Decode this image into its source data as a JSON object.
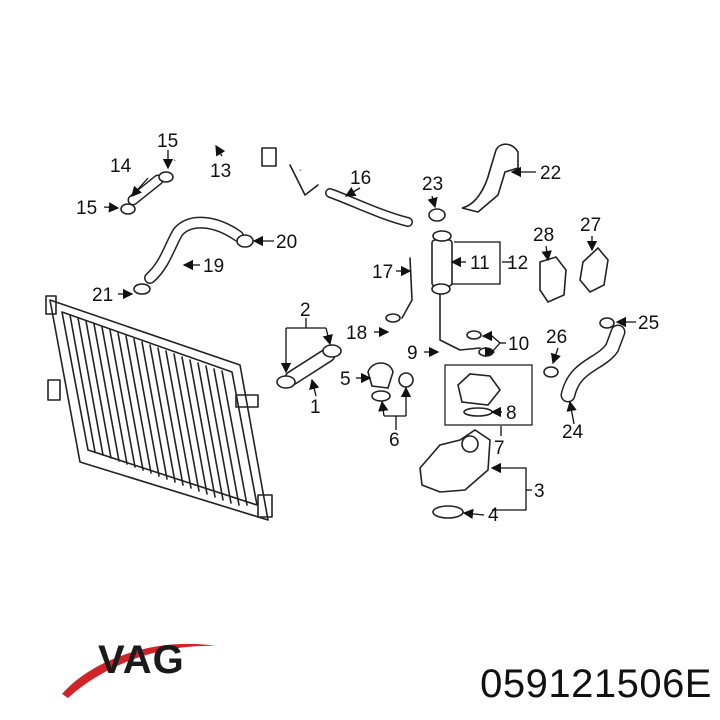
{
  "brand": {
    "name": "VAG",
    "swoosh_color": "#d0232a",
    "text_color": "#1a1a1a"
  },
  "part_number": "059121506E",
  "callouts": [
    {
      "id": "c1",
      "text": "1"
    },
    {
      "id": "c2",
      "text": "2"
    },
    {
      "id": "c3",
      "text": "3"
    },
    {
      "id": "c4",
      "text": "4"
    },
    {
      "id": "c5",
      "text": "5"
    },
    {
      "id": "c6",
      "text": "6"
    },
    {
      "id": "c7",
      "text": "7"
    },
    {
      "id": "c8",
      "text": "8"
    },
    {
      "id": "c9",
      "text": "9"
    },
    {
      "id": "c10",
      "text": "10"
    },
    {
      "id": "c11",
      "text": "11"
    },
    {
      "id": "c12",
      "text": "12"
    },
    {
      "id": "c13",
      "text": "13"
    },
    {
      "id": "c14",
      "text": "14"
    },
    {
      "id": "c15a",
      "text": "15"
    },
    {
      "id": "c15b",
      "text": "15"
    },
    {
      "id": "c16",
      "text": "16"
    },
    {
      "id": "c17",
      "text": "17"
    },
    {
      "id": "c18",
      "text": "18"
    },
    {
      "id": "c19",
      "text": "19"
    },
    {
      "id": "c20",
      "text": "20"
    },
    {
      "id": "c21",
      "text": "21"
    },
    {
      "id": "c22",
      "text": "22"
    },
    {
      "id": "c23",
      "text": "23"
    },
    {
      "id": "c24",
      "text": "24"
    },
    {
      "id": "c25",
      "text": "25"
    },
    {
      "id": "c26",
      "text": "26"
    },
    {
      "id": "c27",
      "text": "27"
    },
    {
      "id": "c28",
      "text": "28"
    }
  ]
}
